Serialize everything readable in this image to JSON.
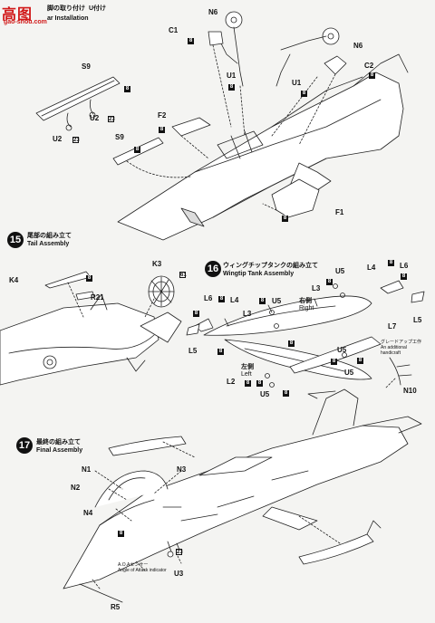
{
  "watermark": {
    "glyphs": "高图",
    "url": "gao-shou.com"
  },
  "step14": {
    "title_jp": "脚の取り付け",
    "title_en": "ar Installation",
    "title_jp_tail": "U付け"
  },
  "step15": {
    "number": "15",
    "title_jp": "尾部の組み立て",
    "title_en": "Tail Assembly"
  },
  "step16": {
    "number": "16",
    "title_jp": "ウィングチップタンクの組み立て",
    "title_en": "Wingtip Tank Assembly"
  },
  "step17": {
    "number": "17",
    "title_jp": "最終の組み立て",
    "title_en": "Final Assembly"
  },
  "parts": {
    "N6a": "N6",
    "C1": "C1",
    "U1a": "U1",
    "N6b": "N6",
    "U1b": "U1",
    "C2": "C2",
    "S9a": "S9",
    "U2a": "U2",
    "U2b": "U2",
    "F2": "F2",
    "S9b": "S9",
    "F1": "F1",
    "K4": "K4",
    "R21": "R21",
    "K3": "K3",
    "U5a": "U5",
    "L4a": "L4",
    "L6a": "L6",
    "L6b": "L6",
    "L4b": "L4",
    "L3a": "L3",
    "U5b": "U5",
    "L3b": "L3",
    "L7": "L7",
    "L5a": "L5",
    "L5b": "L5",
    "U5c": "U5",
    "U5d": "U5",
    "L2": "L2",
    "U5e": "U5",
    "N10": "N10",
    "N1": "N1",
    "N3": "N3",
    "N2": "N2",
    "N4": "N4",
    "U3": "U3",
    "R5": "R5"
  },
  "box_codes": {
    "b8": "8",
    "b23": "23",
    "b61": "61"
  },
  "tank_labels": {
    "right_jp": "右側",
    "right_en": "Right",
    "left_jp": "左側",
    "left_en": "Left"
  },
  "grey_note": {
    "jp": "グレードアップ工作",
    "en1": "An additional",
    "en2": "handicraft"
  },
  "aoa_note": {
    "jp": "A.O.Aセンサー",
    "en": "Angle of Attack indicator"
  }
}
